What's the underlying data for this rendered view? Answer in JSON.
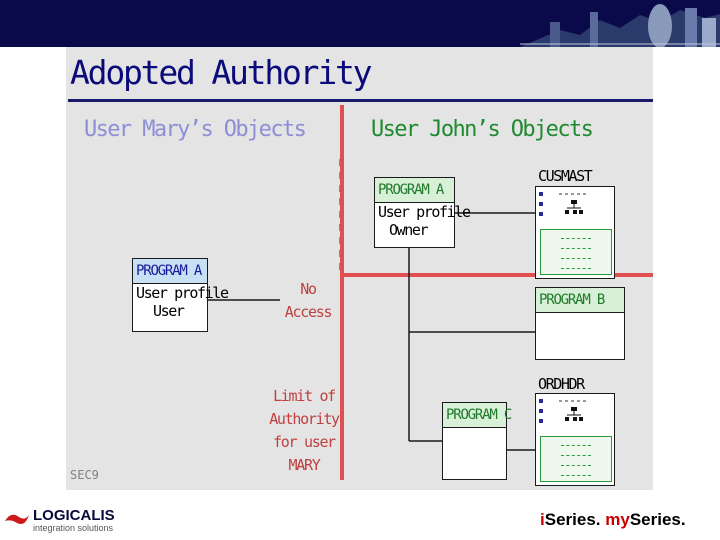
{
  "header": {
    "skyline_image": "city-skyline"
  },
  "slide": {
    "title": "Adopted Authority",
    "left_heading": "User Mary’s Objects",
    "right_heading": "User John’s Objects",
    "footer_label": "SEC9"
  },
  "boxes": {
    "program_a_mary": {
      "title": "PROGRAM A",
      "line1": "User profile",
      "line2": "User"
    },
    "program_a_john": {
      "title": "PROGRAM A",
      "line1": "User profile",
      "line2": "Owner"
    },
    "program_b": {
      "title": "PROGRAM B"
    },
    "program_c": {
      "title": "PROGRAM C"
    }
  },
  "objects": {
    "cusmast": "CUSMAST",
    "ordhdr": "ORDHDR"
  },
  "annotations": {
    "no_access_1": "No",
    "no_access_2": "Access",
    "limit_1": "Limit of",
    "limit_2": "Authority",
    "limit_3": "for user",
    "limit_4": "MARY"
  },
  "footer": {
    "logo_word": "LOGICALIS",
    "logo_tag": "integration solutions",
    "brand_i": "i",
    "brand_series1": "Series. ",
    "brand_my": "my",
    "brand_series2": "Series."
  },
  "colors": {
    "title_navy": "#0a0a7a",
    "boundary_red": "#e05050",
    "john_green": "#1f8a2f",
    "mary_lavender": "#8e8ed6"
  }
}
